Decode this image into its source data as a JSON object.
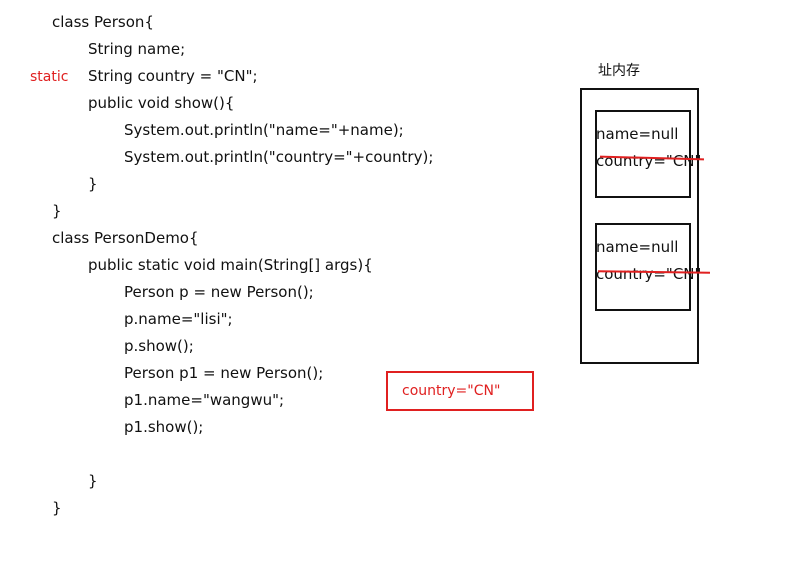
{
  "code_lines": [
    "class Person{",
    "String name;",
    "String country = \"CN\";",
    "public void show(){",
    "System.out.println(\"name=\"+name);",
    "System.out.println(\"country=\"+country);",
    "}",
    "}",
    "class PersonDemo{",
    "public static void main(String[] args){",
    "Person p = new Person();",
    "p.name=\"lisi\";",
    "p.show();",
    "Person p1 = new Person();",
    "p1.name=\"wangwu\";",
    "p1.show();",
    "}",
    "}"
  ],
  "static_label": "static",
  "heap": {
    "title": "址内存",
    "objects": [
      {
        "name_field": "name=null",
        "country_field": "country=\"CN\""
      },
      {
        "name_field": "name=null",
        "country_field": "country=\"CN\""
      }
    ]
  },
  "static_area": {
    "text": "country=\"CN\""
  },
  "colors": {
    "annotation": "#e02020",
    "text": "#111111"
  }
}
